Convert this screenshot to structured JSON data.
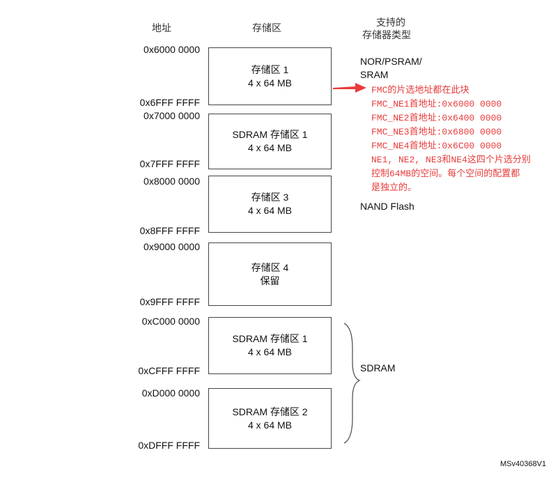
{
  "headers": {
    "address": "地址",
    "region": "存储区",
    "supported_line1": "支持的",
    "supported_line2": "存储器类型"
  },
  "banks": [
    {
      "start": "0x6000 0000",
      "end": "0x6FFF FFFF",
      "name": "存储区 1",
      "size": "4 x 64 MB"
    },
    {
      "start": "0x7000 0000",
      "end": "0x7FFF FFFF",
      "name": "SDRAM 存储区 1",
      "size": "4 x 64 MB"
    },
    {
      "start": "0x8000 0000",
      "end": "0x8FFF FFFF",
      "name": "存储区 3",
      "size": "4 x 64 MB"
    },
    {
      "start": "0x9000 0000",
      "end": "0x9FFF FFFF",
      "name": "存储区 4",
      "size": "保留"
    },
    {
      "start": "0xC000 0000",
      "end": "0xCFFF FFFF",
      "name": "SDRAM 存储区 1",
      "size": "4 x 64 MB"
    },
    {
      "start": "0xD000 0000",
      "end": "0xDFFF FFFF",
      "name": "SDRAM 存储区 2",
      "size": "4 x 64 MB"
    }
  ],
  "types": {
    "nor_line1": "NOR/PSRAM/",
    "nor_line2": "SRAM",
    "nand": "NAND Flash",
    "sdram": "SDRAM"
  },
  "annotation": {
    "color": "#e83b3b",
    "lines": [
      "FMC的片选地址都在此块",
      "FMC_NE1首地址:0x6000 0000",
      "FMC_NE2首地址:0x6400 0000",
      "FMC_NE3首地址:0x6800 0000",
      "FMC_NE4首地址:0x6C00 0000",
      "NE1, NE2, NE3和NE4这四个片选分别",
      "控制64MB的空间。每个空间的配置都",
      "是独立的。"
    ]
  },
  "figure_id": "MSv40368V1"
}
